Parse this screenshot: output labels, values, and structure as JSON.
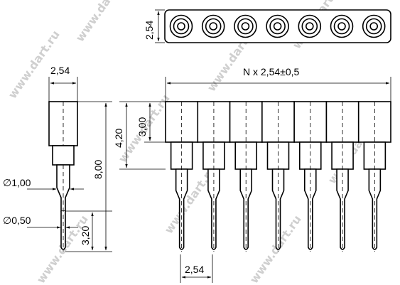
{
  "dimensions": {
    "row_height": "2,54",
    "side_width": "2,54",
    "total_length": "N x 2,54±0,5",
    "body_height": "4,20",
    "socket_depth": "3,00",
    "overall_height": "8,00",
    "pin_length": "3,20",
    "shank_diameter": "∅1,00",
    "pin_diameter": "∅0,50",
    "pitch": "2,54"
  },
  "watermark": "www.dart.ru",
  "pin_count": 7,
  "colors": {
    "ink": "#000000",
    "watermark": "#cfcfcf",
    "background": "#ffffff"
  }
}
